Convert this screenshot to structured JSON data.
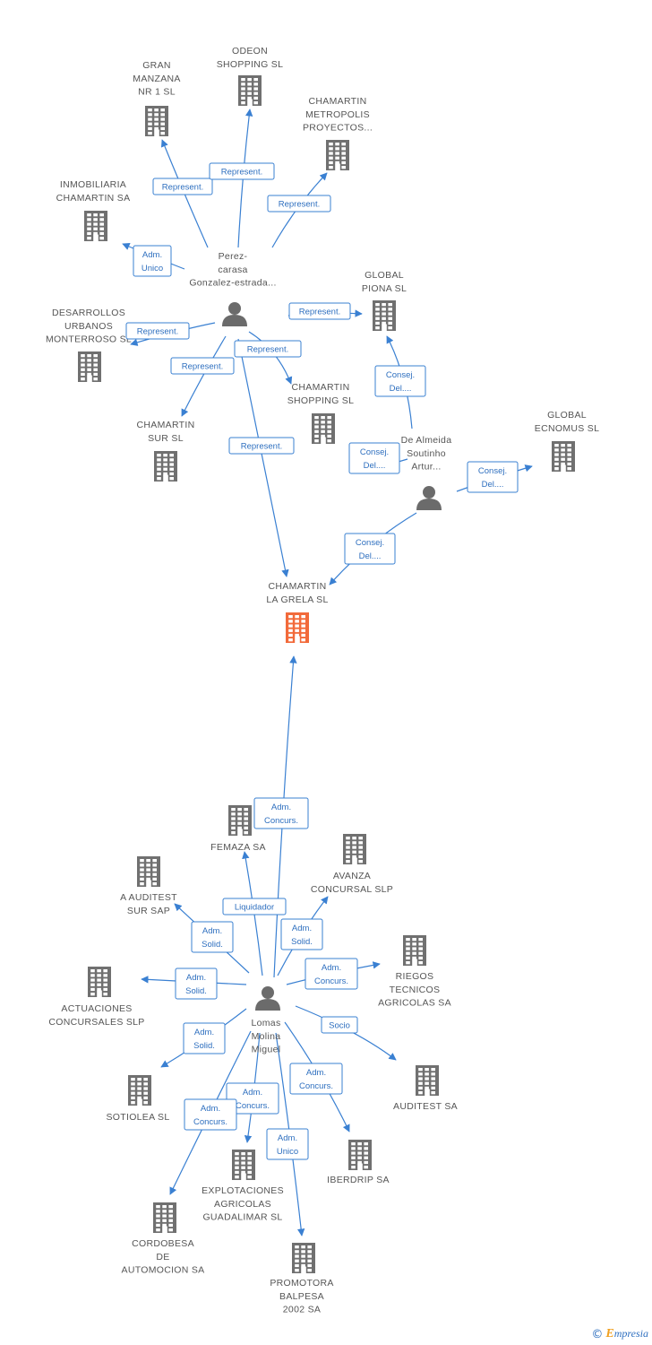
{
  "colors": {
    "edge": "#3a80d2",
    "label": "#555555",
    "building": "#707070",
    "focus": "#f26a3a",
    "person": "#6b6b6b"
  },
  "nodes": {
    "chamartin_la_grela": {
      "label": [
        "CHAMARTIN",
        "LA GRELA SL"
      ],
      "icon": "building-icon",
      "focus": true
    },
    "odeon": {
      "label": [
        "ODEON",
        "SHOPPING SL"
      ],
      "icon": "building-icon"
    },
    "gran_manzana": {
      "label": [
        "GRAN",
        "MANZANA",
        "NR 1 SL"
      ],
      "icon": "building-icon"
    },
    "chamartin_metropolis": {
      "label": [
        "CHAMARTIN",
        "METROPOLIS",
        "PROYECTOS..."
      ],
      "icon": "building-icon"
    },
    "inmobiliaria_chamartin": {
      "label": [
        "INMOBILIARIA",
        "CHAMARTIN SA"
      ],
      "icon": "building-icon"
    },
    "perez_carasa": {
      "label": [
        "Perez-",
        "carasa",
        "Gonzalez-estrada..."
      ],
      "icon": "person-icon"
    },
    "global_piona": {
      "label": [
        "GLOBAL",
        "PIONA SL"
      ],
      "icon": "building-icon"
    },
    "desarrollos_urbanos": {
      "label": [
        "DESARROLLOS",
        "URBANOS",
        "MONTERROSO SL"
      ],
      "icon": "building-icon"
    },
    "chamartin_shopping": {
      "label": [
        "CHAMARTIN",
        "SHOPPING SL"
      ],
      "icon": "building-icon"
    },
    "chamartin_sur": {
      "label": [
        "CHAMARTIN",
        "SUR SL"
      ],
      "icon": "building-icon"
    },
    "global_ecnomus": {
      "label": [
        "GLOBAL",
        "ECNOMUS SL"
      ],
      "icon": "building-icon"
    },
    "de_almeida": {
      "label": [
        "De Almeida",
        "Soutinho",
        "Artur..."
      ],
      "icon": "person-icon"
    },
    "femaza": {
      "label": [
        "FEMAZA SA"
      ],
      "icon": "building-icon"
    },
    "avanza_concursal": {
      "label": [
        "AVANZA",
        "CONCURSAL SLP"
      ],
      "icon": "building-icon"
    },
    "a_auditest_sur": {
      "label": [
        "A AUDITEST",
        "SUR SAP"
      ],
      "icon": "building-icon"
    },
    "riegos_tecnicos": {
      "label": [
        "RIEGOS",
        "TECNICOS",
        "AGRICOLAS SA"
      ],
      "icon": "building-icon"
    },
    "actuaciones_concursales": {
      "label": [
        "ACTUACIONES",
        "CONCURSALES SLP"
      ],
      "icon": "building-icon"
    },
    "lomas_molina": {
      "label": [
        "Lomas",
        "Molina",
        "Miguel"
      ],
      "icon": "person-icon"
    },
    "auditest": {
      "label": [
        "AUDITEST SA"
      ],
      "icon": "building-icon"
    },
    "sotiolea": {
      "label": [
        "SOTIOLEA SL"
      ],
      "icon": "building-icon"
    },
    "iberdrip": {
      "label": [
        "IBERDRIP SA"
      ],
      "icon": "building-icon"
    },
    "explotaciones_agricolas": {
      "label": [
        "EXPLOTACIONES",
        "AGRICOLAS",
        "GUADALIMAR SL"
      ],
      "icon": "building-icon"
    },
    "cordobesa": {
      "label": [
        "CORDOBESA",
        "DE",
        "AUTOMOCION SA"
      ],
      "icon": "building-icon"
    },
    "promotora_balpesa": {
      "label": [
        "PROMOTORA",
        "BALPESA",
        "2002 SA"
      ],
      "icon": "building-icon"
    }
  },
  "edges": {
    "perez_gran_manzana": [
      "Represent."
    ],
    "perez_odeon": [
      "Represent."
    ],
    "perez_metropolis": [
      "Represent."
    ],
    "perez_inmobiliaria": [
      "Adm.",
      "Unico"
    ],
    "perez_global_piona": [
      "Represent."
    ],
    "perez_desarrollos": [
      "Represent."
    ],
    "perez_chamartin_shopping": [
      "Represent."
    ],
    "perez_chamartin_sur": [
      "Represent."
    ],
    "perez_la_grela": [
      "Represent."
    ],
    "almeida_global_piona": [
      "Consej.",
      "Del...."
    ],
    "almeida_chamartin_shopping": [
      "Consej.",
      "Del...."
    ],
    "almeida_ecnomus": [
      "Consej.",
      "Del...."
    ],
    "almeida_la_grela": [
      "Consej.",
      "Del...."
    ],
    "lomas_la_grela": [
      "Adm.",
      "Concurs."
    ],
    "lomas_femaza": [
      "Liquidador"
    ],
    "lomas_avanza": [
      "Adm.",
      "Solid."
    ],
    "lomas_a_auditest": [
      "Adm.",
      "Solid."
    ],
    "lomas_riegos": [
      "Adm.",
      "Concurs."
    ],
    "lomas_actuaciones": [
      "Adm.",
      "Solid."
    ],
    "lomas_auditest": [
      "Socio"
    ],
    "lomas_sotiolea": [
      "Adm.",
      "Solid."
    ],
    "lomas_iberdrip": [
      "Adm.",
      "Concurs."
    ],
    "lomas_explotaciones": [
      "Adm.",
      "Concurs."
    ],
    "lomas_cordobesa": [
      "Adm.",
      "Concurs."
    ],
    "lomas_promotora": [
      "Adm.",
      "Unico"
    ]
  },
  "footer": {
    "copyright_symbol": "©",
    "brand_initial": "E",
    "brand_rest": "mpresia"
  }
}
